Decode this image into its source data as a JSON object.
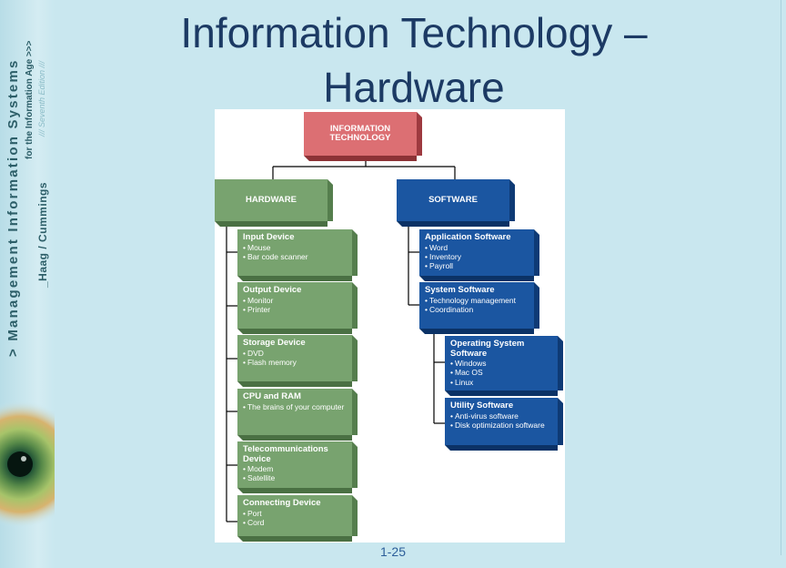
{
  "sidebar": {
    "book_title": "> Management Information Systems",
    "subtitle": "for the Information Age >>>",
    "edition": "/// Seventh Edition ///",
    "authors": "_Haag / Cummings"
  },
  "slide": {
    "title": "Information Technology – Hardware",
    "page_number": "1-25"
  },
  "diagram": {
    "root": {
      "label": "INFORMATION\nTECHNOLOGY"
    },
    "hardware": {
      "label": "HARDWARE",
      "items": [
        {
          "title": "Input Device",
          "bullets": [
            "Mouse",
            "Bar code scanner"
          ]
        },
        {
          "title": "Output Device",
          "bullets": [
            "Monitor",
            "Printer"
          ]
        },
        {
          "title": "Storage Device",
          "bullets": [
            "DVD",
            "Flash memory"
          ]
        },
        {
          "title": "CPU and RAM",
          "bullets": [
            "The brains of your computer"
          ]
        },
        {
          "title": "Telecommunications Device",
          "bullets": [
            "Modem",
            "Satellite"
          ]
        },
        {
          "title": "Connecting Device",
          "bullets": [
            "Port",
            "Cord"
          ]
        }
      ]
    },
    "software": {
      "label": "SOFTWARE",
      "items": [
        {
          "title": "Application Software",
          "bullets": [
            "Word",
            "Inventory",
            "Payroll"
          ]
        },
        {
          "title": "System Software",
          "bullets": [
            "Technology management",
            "Coordination"
          ]
        }
      ],
      "system_items": [
        {
          "title": "Operating System Software",
          "bullets": [
            "Windows",
            "Mac OS",
            "Linux"
          ]
        },
        {
          "title": "Utility Software",
          "bullets": [
            "Anti-virus software",
            "Disk optimization software"
          ]
        }
      ]
    }
  },
  "colors": {
    "root": "#dc6f73",
    "hardware": "#78a36f",
    "software": "#1b56a1",
    "title": "#1c3a64",
    "background": "#c9e7ef"
  }
}
